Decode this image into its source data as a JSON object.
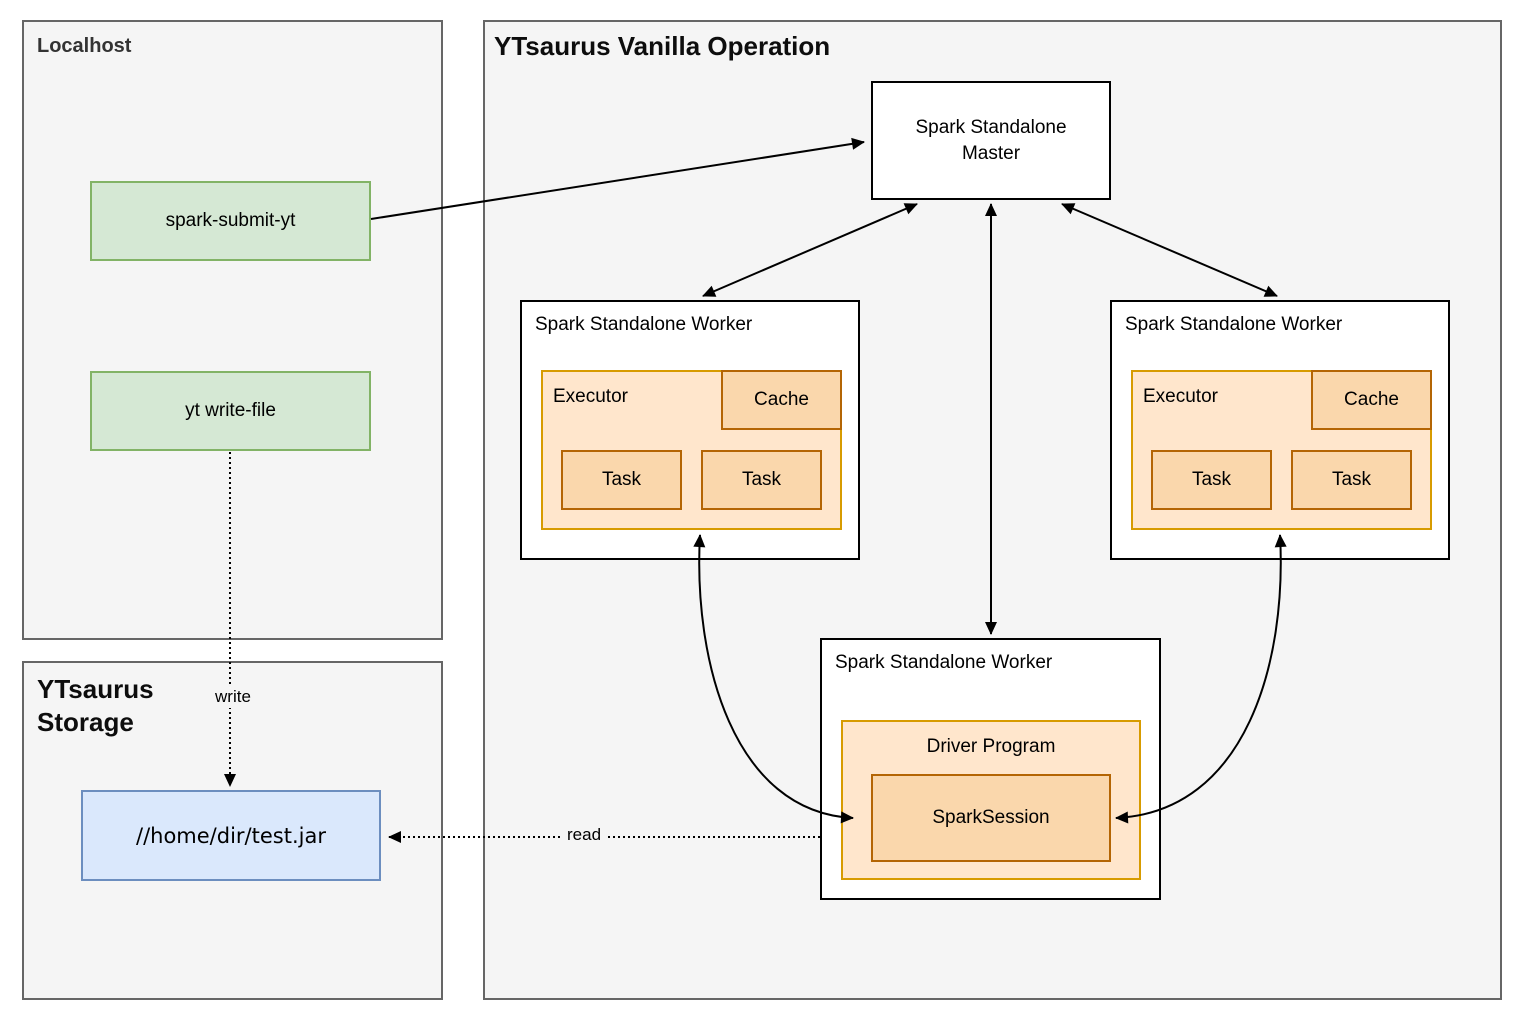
{
  "localhost": {
    "title": "Localhost",
    "spark_submit_label": "spark-submit-yt",
    "yt_write_file_label": "yt write-file"
  },
  "storage": {
    "title_line1": "YTsaurus",
    "title_line2": "Storage",
    "jar_path_label": "//home/dir/test.jar"
  },
  "operation": {
    "title": "YTsaurus Vanilla Operation",
    "master": {
      "label_line1": "Spark Standalone",
      "label_line2": "Master"
    },
    "worker_left": {
      "title": "Spark Standalone Worker",
      "executor_label": "Executor",
      "cache_label": "Cache",
      "tasks": [
        "Task",
        "Task"
      ]
    },
    "worker_right": {
      "title": "Spark Standalone Worker",
      "executor_label": "Executor",
      "cache_label": "Cache",
      "tasks": [
        "Task",
        "Task"
      ]
    },
    "worker_bottom": {
      "title": "Spark Standalone Worker",
      "driver_label": "Driver Program",
      "spark_session_label": "SparkSession"
    }
  },
  "edges": {
    "write_label": "write",
    "read_label": "read"
  },
  "colors": {
    "container_fill": "#f5f5f5",
    "container_border": "#666666",
    "green_fill": "#d5e8d4",
    "green_border": "#82b366",
    "blue_fill": "#dae8fc",
    "blue_border": "#6c8ebf",
    "orange_light_fill": "#ffe6cc",
    "orange_light_border": "#d79b00",
    "orange_dark_fill": "#fad7ac",
    "orange_dark_border": "#b46504",
    "line": "#000000"
  }
}
